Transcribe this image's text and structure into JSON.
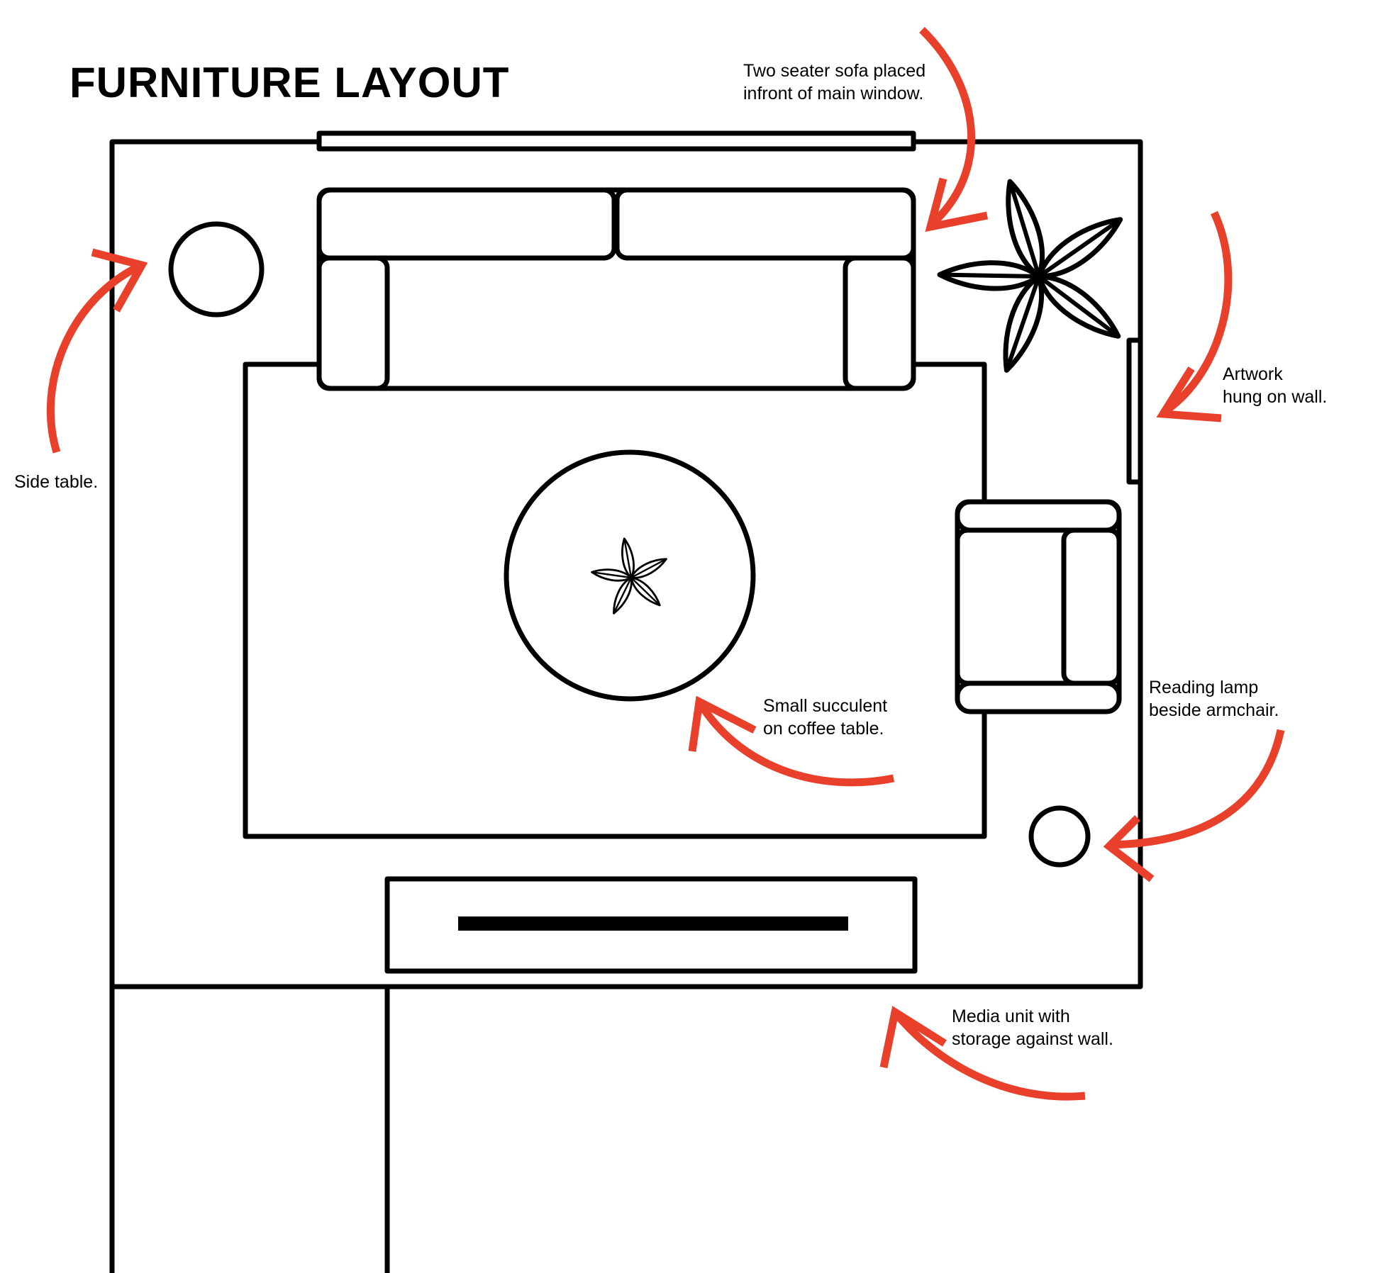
{
  "title": "FURNITURE LAYOUT",
  "annotations": {
    "sofa": [
      "Two seater sofa placed",
      "infront of main window."
    ],
    "artwork": [
      "Artwork",
      "hung on wall."
    ],
    "side_table": [
      "Side table."
    ],
    "succulent": [
      "Small succulent",
      "on coffee table."
    ],
    "lamp": [
      "Reading lamp",
      "beside armchair."
    ],
    "media": [
      "Media unit with",
      "storage against wall."
    ]
  },
  "colors": {
    "line": "#000000",
    "arrow": "#e8402b",
    "background": "#ffffff"
  },
  "icons": [
    "plant-icon",
    "succulent-icon",
    "arrow-icon"
  ]
}
